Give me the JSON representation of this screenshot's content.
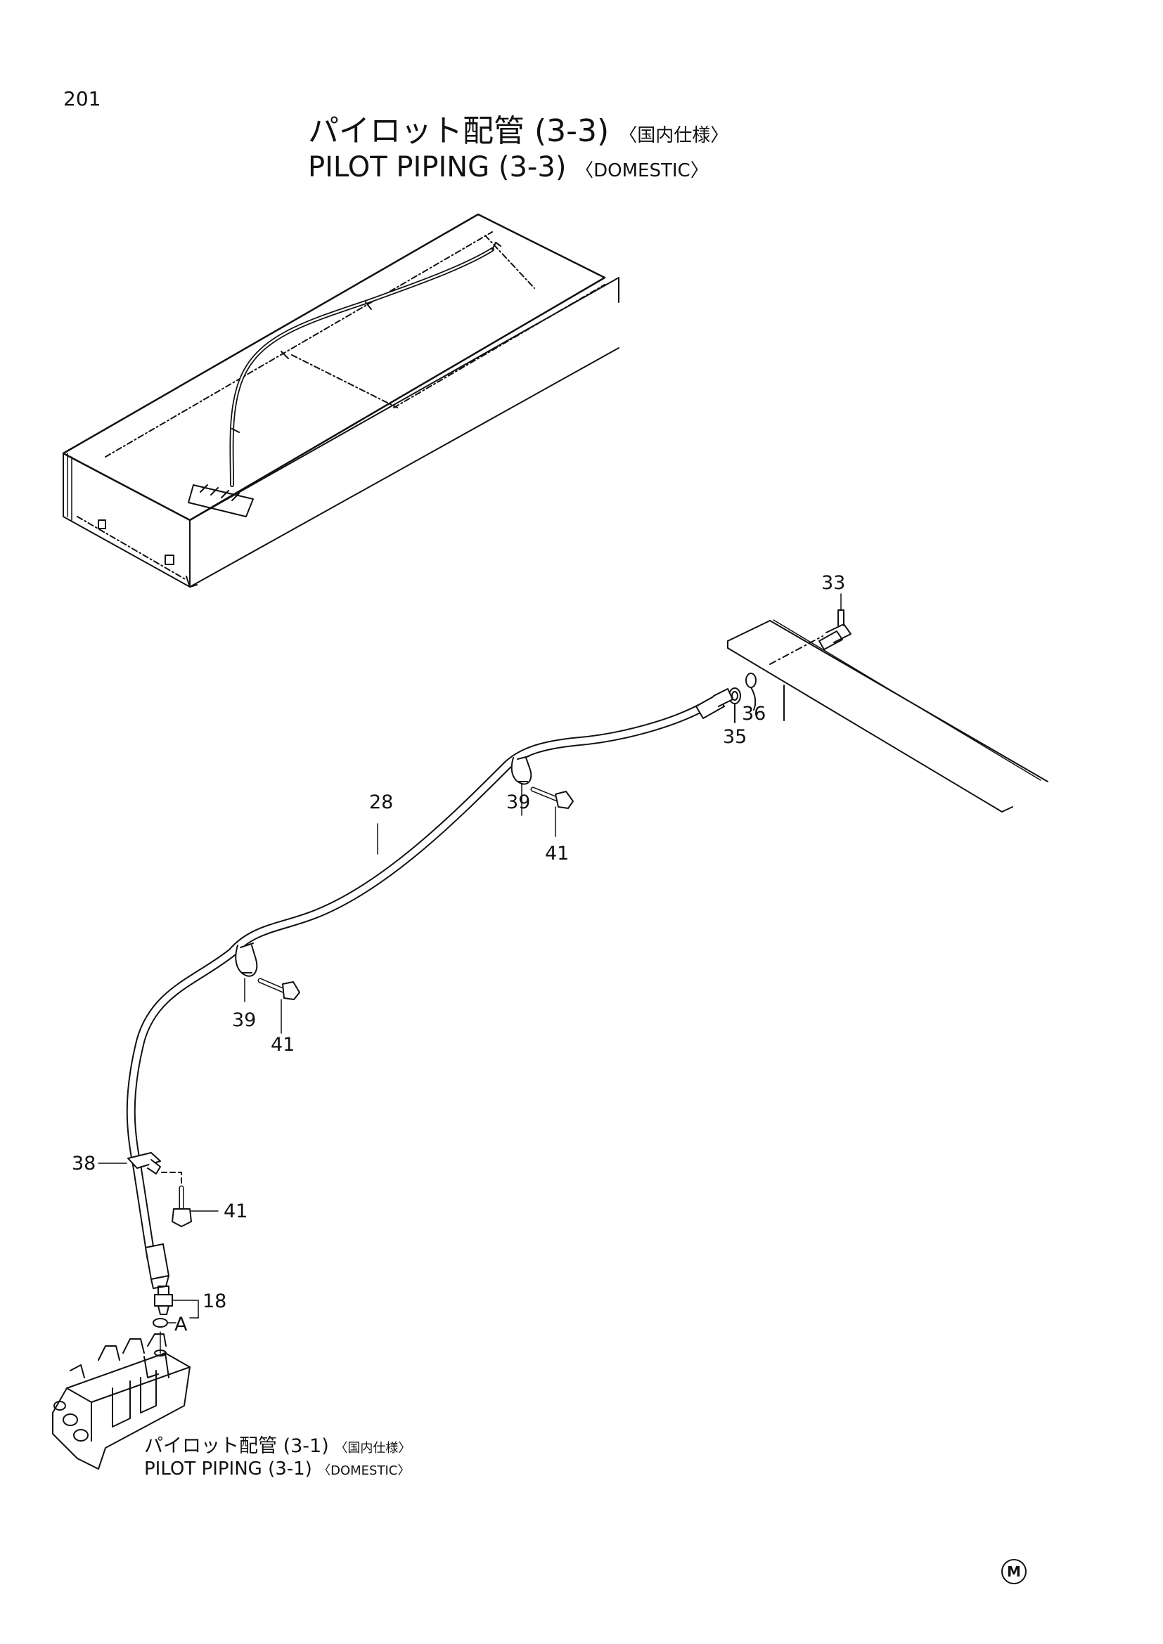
{
  "page_number": "201",
  "title": {
    "japanese": "パイロット配管 (3-3)",
    "japanese_spec": "〈国内仕様〉",
    "english": "PILOT PIPING (3-3)",
    "english_spec": "〈DOMESTIC〉"
  },
  "callouts": {
    "c33": "33",
    "c35": "35",
    "c36": "36",
    "c28": "28",
    "c39a": "39",
    "c41a": "41",
    "c39b": "39",
    "c41b": "41",
    "c38": "38",
    "c41c": "41",
    "c18": "18",
    "cA": "A"
  },
  "reference": {
    "japanese": "パイロット配管 (3-1)",
    "japanese_spec": "〈国内仕様〉",
    "english": "PILOT PIPING (3-1)",
    "english_spec": "〈DOMESTIC〉"
  },
  "manufacturer_mark": "M"
}
